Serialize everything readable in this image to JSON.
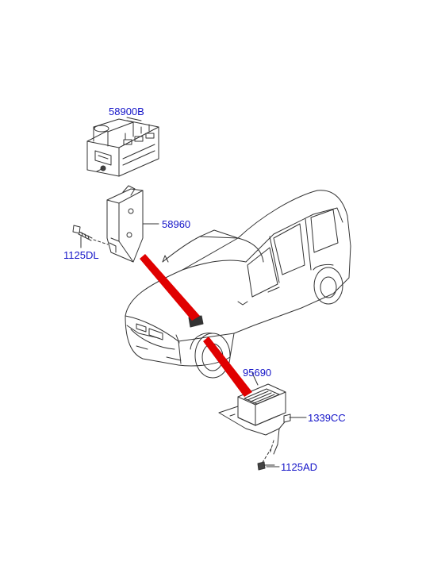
{
  "diagram": {
    "part_labels": {
      "abs_unit": "58900B",
      "bracket": "58960",
      "bracket_bolt": "1125DL",
      "sensor_unit": "95690",
      "sensor_nut": "1339CC",
      "sensor_bolt": "1125AD"
    },
    "colors": {
      "label": "#1414c8",
      "pointer": "#e00000",
      "line": "#333333"
    }
  }
}
